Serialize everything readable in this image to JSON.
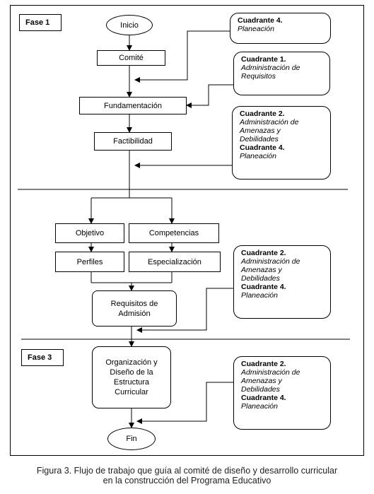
{
  "phases": {
    "fase1": "Fase 1",
    "fase3": "Fase 3"
  },
  "nodes": {
    "inicio": "Inicio",
    "comite": "Comité",
    "fundamentacion": "Fundamentación",
    "factibilidad": "Factibilidad",
    "objetivo": "Objetivo",
    "competencias": "Competencias",
    "perfiles": "Perfiles",
    "especializacion": "Especialización",
    "requisitos_1": "Requisitos de",
    "requisitos_2": "Admisión",
    "organizacion_1": "Organización y",
    "organizacion_2": "Diseño de la",
    "organizacion_3": "Estructura",
    "organizacion_4": "Curricular",
    "fin": "Fin"
  },
  "notes": {
    "n1": {
      "title": "Cuadrante 4.",
      "text": "Planeación"
    },
    "n2": {
      "title": "Cuadrante 1.",
      "text1": "Administración de",
      "text2": "Requisitos"
    },
    "n3": {
      "title1": "Cuadrante 2.",
      "a": "Administración de",
      "b": "Amenazas y",
      "c": "Debilidades",
      "title2": "Cuadrante 4.",
      "d": "Planeación"
    },
    "n4": {
      "title1": "Cuadrante 2.",
      "a": "Administración de",
      "b": "Amenazas y",
      "c": "Debilidades",
      "title2": "Cuadrante 4.",
      "d": "Planeación"
    },
    "n5": {
      "title1": "Cuadrante 2.",
      "a": "Administración de",
      "b": "Amenazas y",
      "c": "Debilidades",
      "title2": "Cuadrante 4.",
      "d": "Planeación"
    }
  },
  "caption": {
    "line1": "Figura 3. Flujo de trabajo que guía al comité de diseño y desarrollo curricular",
    "line2": "en la construcción del Programa Educativo"
  }
}
